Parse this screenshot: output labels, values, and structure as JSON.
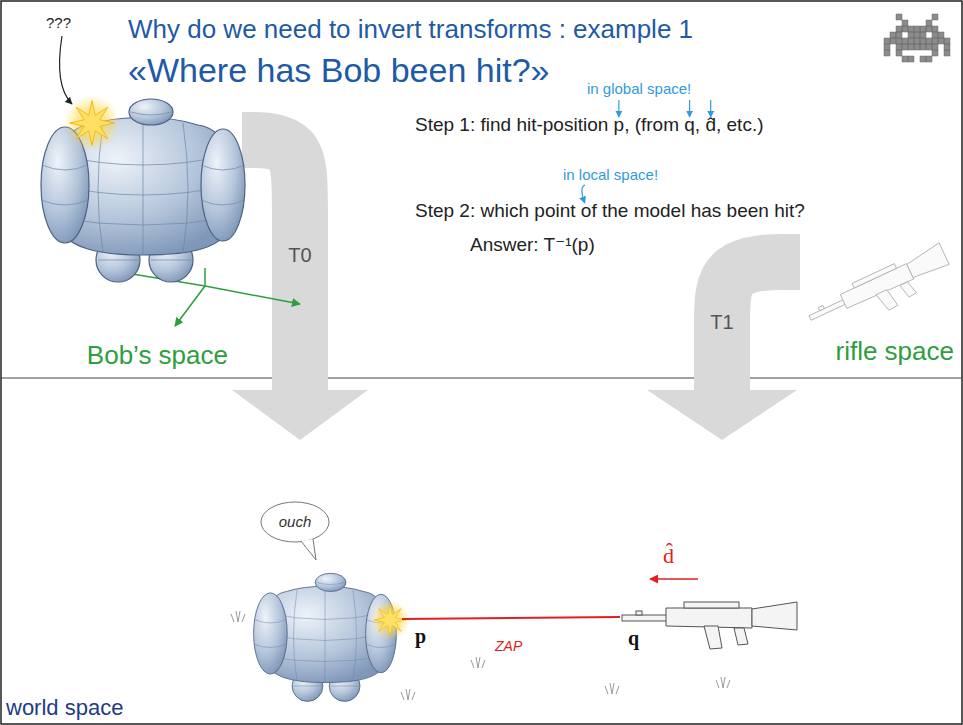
{
  "diagram": {
    "title": "Why do we need to invert transforms : example 1",
    "nodes": [
      {
        "text": [
          "Bob’s space"
        ]
      },
      {
        "text": [
          "rifle space"
        ]
      },
      {
        "text": [
          "world space"
        ]
      }
    ],
    "edges": [
      {
        "from": 0,
        "to": 2,
        "arrow": "to",
        "label": "T0"
      },
      {
        "from": 1,
        "to": 2,
        "arrow": "to",
        "label": "T1"
      }
    ],
    "labels": [
      "«Where has Bob been hit?»",
      "in global space!",
      "Step 1: find hit-position p, (from q, d̂, etc.)",
      "in local space!",
      "Step 2: which point of the model has been hit?",
      "Answer: T⁻¹(p)",
      "???",
      "ouch",
      "p",
      "q",
      "d̂",
      "ZAP"
    ]
  }
}
